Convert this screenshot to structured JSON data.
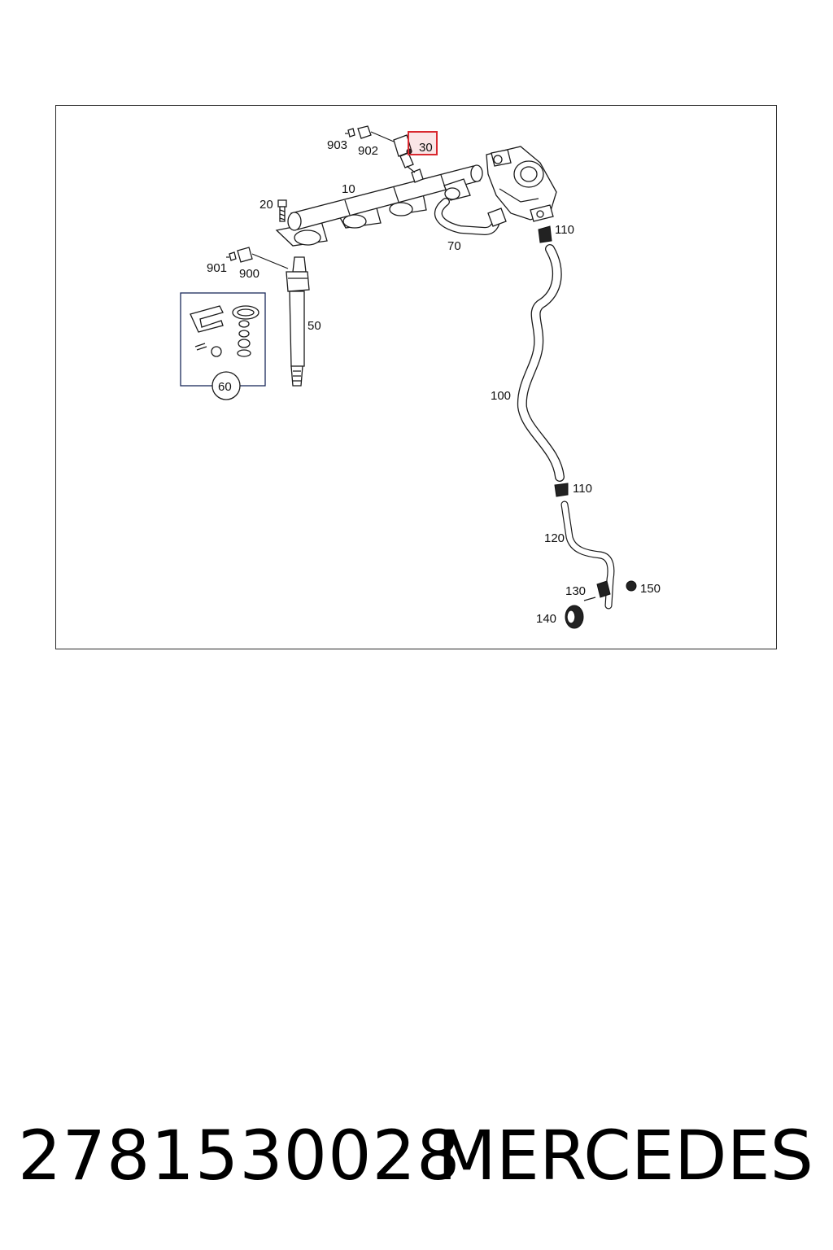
{
  "diagram": {
    "callouts": {
      "c903": "903",
      "c902": "902",
      "c30": "30",
      "c10": "10",
      "c20": "20",
      "c70": "70",
      "c110a": "110",
      "c901": "901",
      "c900": "900",
      "c50": "50",
      "c60": "60",
      "c100": "100",
      "c110b": "110",
      "c120": "120",
      "c130": "130",
      "c150": "150",
      "c140": "140"
    },
    "highlight_color": "#d9282f"
  },
  "footer": {
    "part_number": "2781530028",
    "brand": "MERCEDES"
  }
}
